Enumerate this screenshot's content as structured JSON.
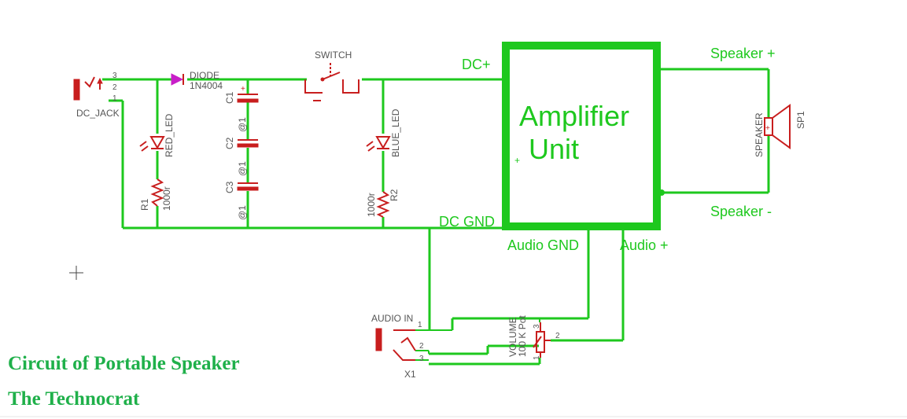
{
  "nets": {
    "dc_plus": "DC+",
    "dc_gnd": "DC GND",
    "audio_gnd": "Audio GND",
    "audio_plus": "Audio +",
    "speaker_plus": "Speaker +",
    "speaker_minus": "Speaker -"
  },
  "amplifier": {
    "line1": "Amplifier",
    "line2": "Unit"
  },
  "components": {
    "dc_jack": "DC_JACK",
    "diode_name": "DIODE",
    "diode_value": "1N4004",
    "switch": "SWITCH",
    "c1": "C1",
    "c2": "C2",
    "c3": "C3",
    "cap_value": "@1",
    "red_led": "RED_LED",
    "blue_led": "BLUE_LED",
    "r1": "R1",
    "r1_value": "1000r",
    "r2": "R2",
    "r2_value": "1000r",
    "audio_in": "AUDIO IN",
    "x1": "X1",
    "volume": "VOLUME",
    "pot_value": "100 K Pot",
    "speaker": "SPEAKER",
    "sp1": "SP1"
  },
  "pins": {
    "jack_p1": "1",
    "jack_p2": "2",
    "jack_p3": "3",
    "ai_p1": "1",
    "ai_p2": "2",
    "ai_p3": "3",
    "pot_p1": "1",
    "pot_p2": "2",
    "pot_p3": "3"
  },
  "captions": {
    "line1": "Circuit of Portable Speaker",
    "line2": "The Technocrat"
  },
  "colors": {
    "wire": "#1ec81e",
    "component": "#c81e1e",
    "caption": "#1fb04a"
  }
}
